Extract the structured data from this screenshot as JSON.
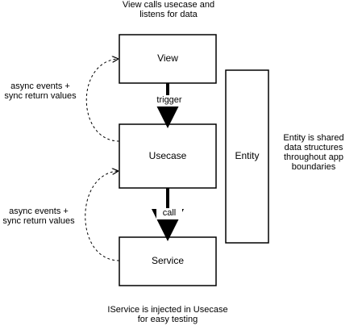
{
  "diagram": {
    "nodes": {
      "view": "View",
      "usecase": "Usecase",
      "service": "Service",
      "entity": "Entity"
    },
    "edges": {
      "trigger": "trigger",
      "call": "call"
    },
    "notes": {
      "top": "View calls usecase and\nlistens for data",
      "left_upper": "async events +\nsync return values",
      "left_lower": "async events +\nsync return values",
      "right": "Entity is shared\ndata structures\nthroughout app\nboundaries",
      "bottom": "IService is injected in Usecase\nfor easy testing"
    },
    "colors": {
      "stroke": "#000000",
      "background": "#ffffff"
    }
  }
}
